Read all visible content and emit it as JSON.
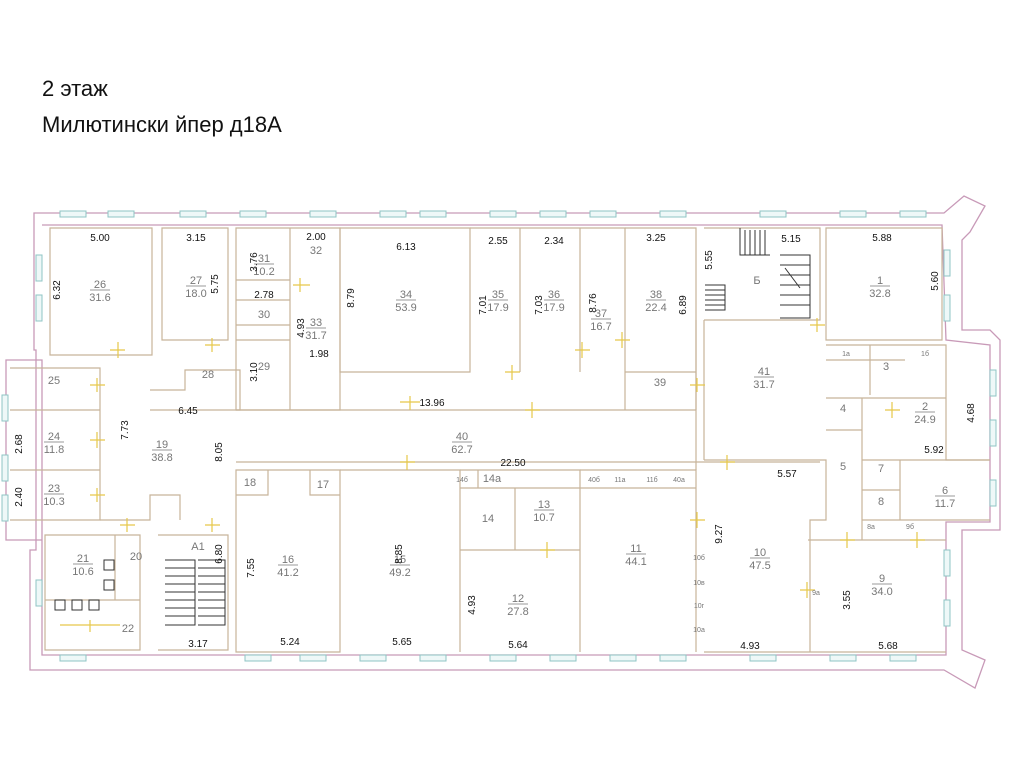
{
  "title_line1": "2 этаж",
  "title_line2": "Милютински йпер д18А",
  "rooms": [
    {
      "id": "r26",
      "num": "26",
      "area": "31.6"
    },
    {
      "id": "r27",
      "num": "27",
      "area": "18.0"
    },
    {
      "id": "r31",
      "num": "31",
      "area": "10.2"
    },
    {
      "id": "r32",
      "num": "32",
      "area": ""
    },
    {
      "id": "r30",
      "num": "30",
      "area": ""
    },
    {
      "id": "r33",
      "num": "33",
      "area": "31.7"
    },
    {
      "id": "r29",
      "num": "29",
      "area": ""
    },
    {
      "id": "r28",
      "num": "28",
      "area": ""
    },
    {
      "id": "r34",
      "num": "34",
      "area": "53.9"
    },
    {
      "id": "r35",
      "num": "35",
      "area": "17.9"
    },
    {
      "id": "r36",
      "num": "36",
      "area": "17.9"
    },
    {
      "id": "r37",
      "num": "37",
      "area": "16.7"
    },
    {
      "id": "r38",
      "num": "38",
      "area": "22.4"
    },
    {
      "id": "r39",
      "num": "39",
      "area": ""
    },
    {
      "id": "rB",
      "num": "Б",
      "area": ""
    },
    {
      "id": "r41",
      "num": "41",
      "area": "31.7"
    },
    {
      "id": "r1",
      "num": "1",
      "area": "32.8"
    },
    {
      "id": "r1a",
      "num": "1а",
      "area": ""
    },
    {
      "id": "r1b",
      "num": "1б",
      "area": ""
    },
    {
      "id": "r3",
      "num": "3",
      "area": ""
    },
    {
      "id": "r4",
      "num": "4",
      "area": ""
    },
    {
      "id": "r2",
      "num": "2",
      "area": "24.9"
    },
    {
      "id": "r5",
      "num": "5",
      "area": ""
    },
    {
      "id": "r7",
      "num": "7",
      "area": ""
    },
    {
      "id": "r8",
      "num": "8",
      "area": ""
    },
    {
      "id": "r8a",
      "num": "8а",
      "area": ""
    },
    {
      "id": "r6",
      "num": "6",
      "area": "11.7"
    },
    {
      "id": "r9b",
      "num": "9б",
      "area": ""
    },
    {
      "id": "r25",
      "num": "25",
      "area": ""
    },
    {
      "id": "r24",
      "num": "24",
      "area": "11.8"
    },
    {
      "id": "r23",
      "num": "23",
      "area": "10.3"
    },
    {
      "id": "r19",
      "num": "19",
      "area": "38.8"
    },
    {
      "id": "r40",
      "num": "40",
      "area": "62.7"
    },
    {
      "id": "r18",
      "num": "18",
      "area": ""
    },
    {
      "id": "r17",
      "num": "17",
      "area": ""
    },
    {
      "id": "r14b",
      "num": "14б",
      "area": ""
    },
    {
      "id": "r14a",
      "num": "14а",
      "area": ""
    },
    {
      "id": "r14",
      "num": "14",
      "area": ""
    },
    {
      "id": "r13",
      "num": "13",
      "area": "10.7"
    },
    {
      "id": "r40b",
      "num": "40б",
      "area": ""
    },
    {
      "id": "r11a",
      "num": "11а",
      "area": ""
    },
    {
      "id": "r11b",
      "num": "11б",
      "area": ""
    },
    {
      "id": "r40a",
      "num": "40а",
      "area": ""
    },
    {
      "id": "r21",
      "num": "21",
      "area": "10.6"
    },
    {
      "id": "r20",
      "num": "20",
      "area": ""
    },
    {
      "id": "r22",
      "num": "22",
      "area": ""
    },
    {
      "id": "rA1",
      "num": "А1",
      "area": ""
    },
    {
      "id": "r16",
      "num": "16",
      "area": "41.2"
    },
    {
      "id": "r15",
      "num": "15",
      "area": "49.2"
    },
    {
      "id": "r12",
      "num": "12",
      "area": "27.8"
    },
    {
      "id": "r11",
      "num": "11",
      "area": "44.1"
    },
    {
      "id": "r10b",
      "num": "10б",
      "area": ""
    },
    {
      "id": "r10v",
      "num": "10в",
      "area": ""
    },
    {
      "id": "r10g",
      "num": "10г",
      "area": ""
    },
    {
      "id": "r10a",
      "num": "10а",
      "area": ""
    },
    {
      "id": "r10",
      "num": "10",
      "area": "47.5"
    },
    {
      "id": "r9a",
      "num": "9а",
      "area": ""
    },
    {
      "id": "r9",
      "num": "9",
      "area": "34.0"
    }
  ],
  "dimensions": [
    "5.00",
    "6.32",
    "3.15",
    "5.75",
    "3.76",
    "2.00",
    "2.78",
    "4.93",
    "1.98",
    "3.10",
    "6.13",
    "8.79",
    "2.55",
    "7.01",
    "2.34",
    "7.03",
    "8.76",
    "3.25",
    "6.89",
    "5.55",
    "5.15",
    "5.88",
    "5.60",
    "4.68",
    "5.92",
    "6.45",
    "13.96",
    "7.73",
    "8.05",
    "2.68",
    "2.40",
    "22.50",
    "5.57",
    "9.27",
    "6.80",
    "7.55",
    "8.85",
    "4.93",
    "3.55",
    "3.17",
    "5.24",
    "5.65",
    "5.64",
    "4.93",
    "5.68"
  ]
}
